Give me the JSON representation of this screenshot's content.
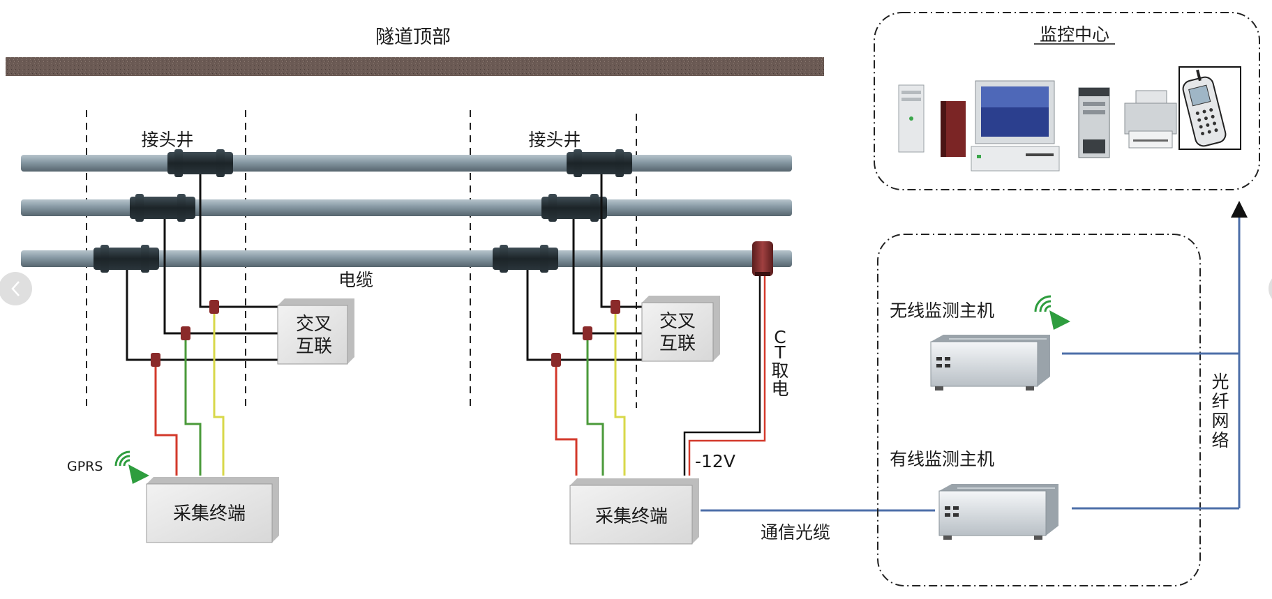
{
  "labels": {
    "tunnel_top": "隧道顶部",
    "joint_well_left": "接头井",
    "joint_well_right": "接头井",
    "cable": "电缆",
    "cross_bond_left": [
      "交叉",
      "互联"
    ],
    "cross_bond_right": [
      "交叉",
      "互联"
    ],
    "gprs": "GPRS",
    "terminal_left": "采集终端",
    "terminal_right": "采集终端",
    "ct_power": [
      "C",
      "T",
      "取",
      "电"
    ],
    "voltage": "-12V",
    "comm_fiber": "通信光缆",
    "monitor_center": "监控中心",
    "wireless_host": "无线监测主机",
    "wired_host": "有线监测主机",
    "fiber_network": [
      "光",
      "纤",
      "网",
      "络"
    ]
  },
  "icons": {
    "wireless": "wireless-signal-icon",
    "tower_pc": "tower-computer-icon",
    "desktop": "desktop-computer-icon",
    "server": "server-icon",
    "printer": "printer-icon",
    "phone": "mobile-phone-icon",
    "industrial_pc": "industrial-computer-icon"
  },
  "colors": {
    "cable": "#7d8f9a",
    "joint": "#1f2a30",
    "wire_red": "#d3392b",
    "wire_green": "#4a9a3a",
    "wire_yellow": "#d8d84a",
    "fiber": "#4d6fa8",
    "signal_green": "#2e9d3e"
  }
}
